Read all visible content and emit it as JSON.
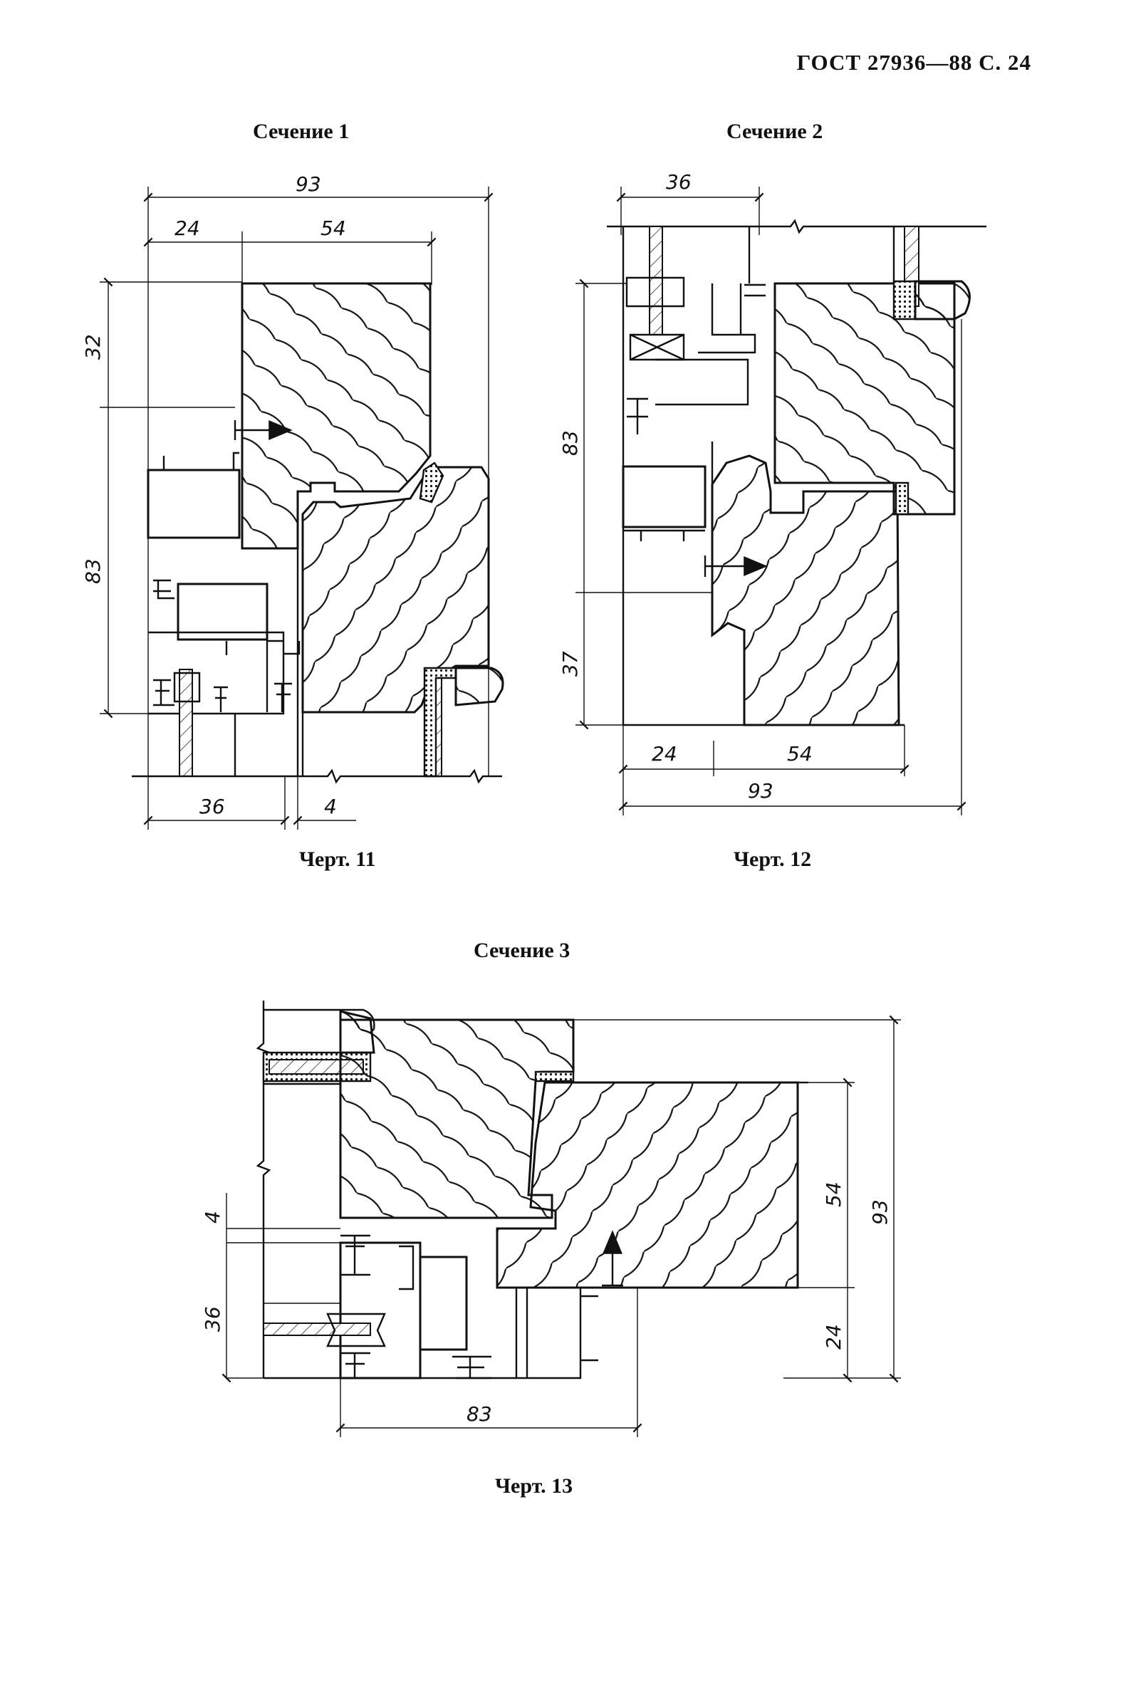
{
  "header": {
    "text": "ГОСТ 27936—88 С. 24"
  },
  "sections": [
    {
      "title": "Сечение 1",
      "caption": "Черт. 11",
      "dimensions": {
        "overall_width": "93",
        "left_part": "24",
        "right_part": "54",
        "top_offset": "32",
        "height": "83",
        "bottom_width": "36",
        "gap": "4"
      }
    },
    {
      "title": "Сечение 2",
      "caption": "Черт. 12",
      "dimensions": {
        "top_width": "36",
        "height": "83",
        "lower_height": "37",
        "left_part": "24",
        "right_part": "54",
        "overall_width": "93"
      }
    },
    {
      "title": "Сечение 3",
      "caption": "Черт. 13",
      "dimensions": {
        "gap": "4",
        "left_depth": "36",
        "right_upper": "54",
        "right_lower": "24",
        "overall_height": "93",
        "bottom_width": "83"
      }
    }
  ]
}
